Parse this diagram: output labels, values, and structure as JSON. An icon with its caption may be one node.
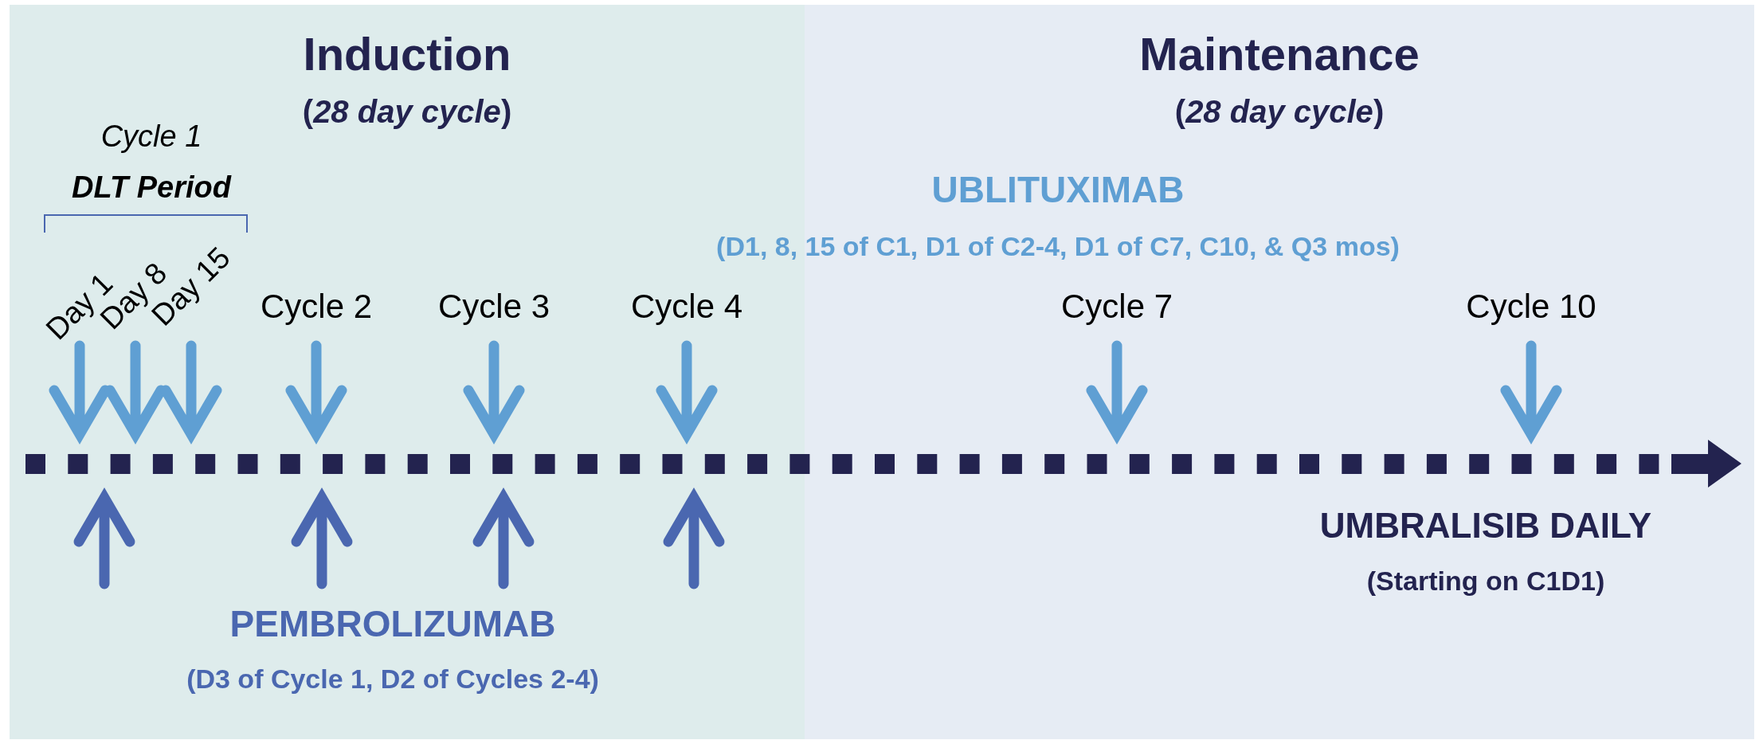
{
  "diagram": {
    "nodes": [
      {
        "text": [
          "Induction",
          "(*28 day cycle*)"
        ]
      },
      {
        "text": [
          "Maintenance",
          "(*28 day cycle*)"
        ]
      }
    ],
    "labels": [
      "Cycle 1",
      "DLT Period",
      "Day 1",
      "Day 8",
      "Day 15",
      "UBLITUXIMAB",
      "(D1, 8, 15 of C1, D1 of C2-4, D1 of C7, C10, & Q3 mos)",
      "Cycle 2",
      "Cycle 3",
      "Cycle 4",
      "Cycle 7",
      "Cycle 10",
      "UMBRALISIB DAILY",
      "(Starting on C1D1)",
      "PEMBROLIZUMAB",
      "(D3 of Cycle 1, D2 of Cycles 2-4)"
    ]
  }
}
